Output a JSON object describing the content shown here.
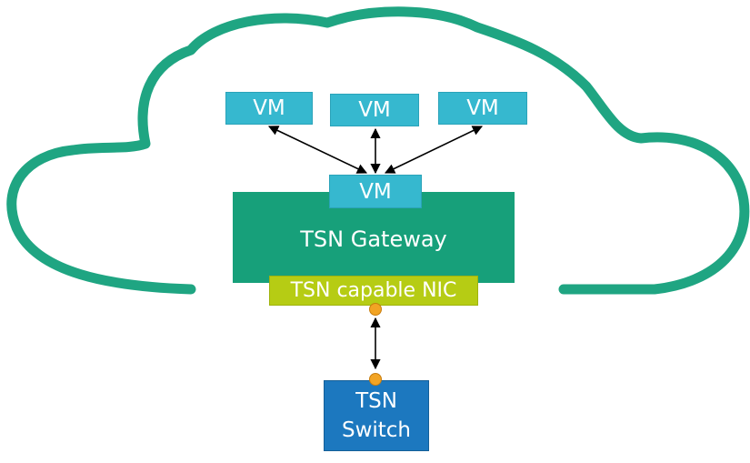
{
  "diagram": {
    "vm_top_left": "VM",
    "vm_top_middle": "VM",
    "vm_top_right": "VM",
    "vm_gateway": "VM",
    "gateway_label": "TSN Gateway",
    "nic_label": "TSN capable NIC",
    "switch_line1": "TSN",
    "switch_line2": "Switch"
  },
  "colors": {
    "cloud_outline": "#1fa582",
    "vm_fill": "#36b8cf",
    "gateway_fill": "#17a07a",
    "nic_fill": "#b6cc14",
    "switch_fill": "#1c78bf",
    "port_fill": "#f2a424",
    "arrow": "#000000"
  }
}
